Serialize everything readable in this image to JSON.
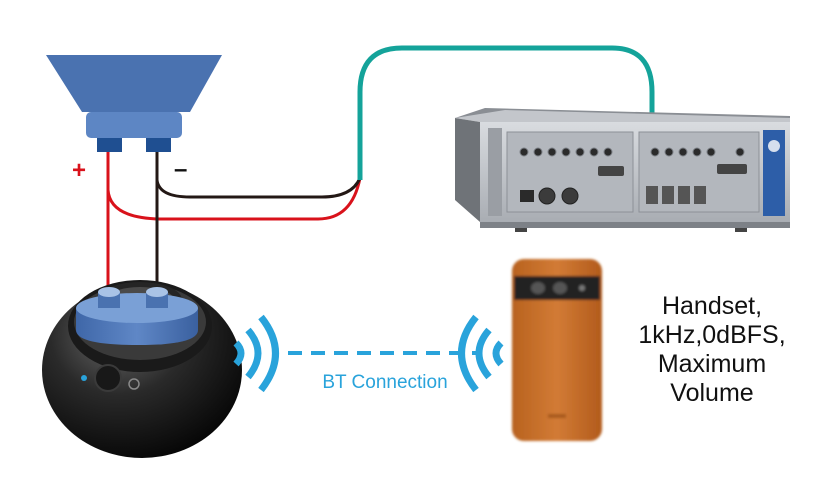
{
  "labels": {
    "plus": "+",
    "minus": "–",
    "bt_connection": "BT Connection"
  },
  "caption": {
    "lines": [
      "Handset,",
      "1kHz,0dBFS,",
      "Maximum",
      "Volume"
    ]
  },
  "colors": {
    "speaker_blue": "#4a72b0",
    "wire_red": "#d9121b",
    "wire_black": "#231815",
    "wire_teal": "#14a39a",
    "bt_blue": "#29a3db",
    "phone_orange": "#c8712d"
  }
}
